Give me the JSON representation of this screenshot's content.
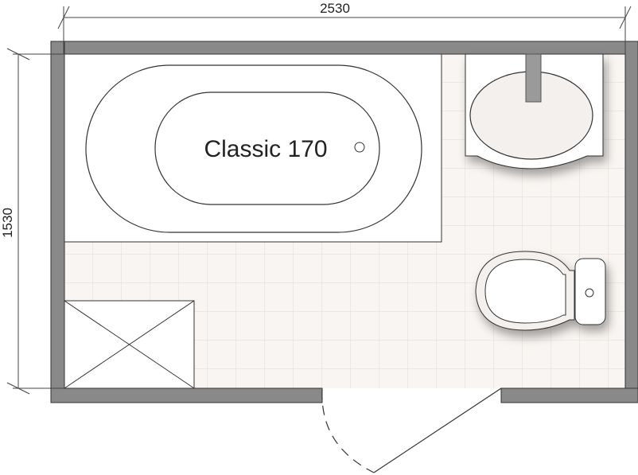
{
  "dimensions": {
    "width_label": "2530",
    "height_label": "1530"
  },
  "bathtub": {
    "label": "Classic 170"
  },
  "colors": {
    "wall": "#898989",
    "floor": "#f9f5f2",
    "tile_line": "#e2dcd7",
    "line": "#333333"
  }
}
